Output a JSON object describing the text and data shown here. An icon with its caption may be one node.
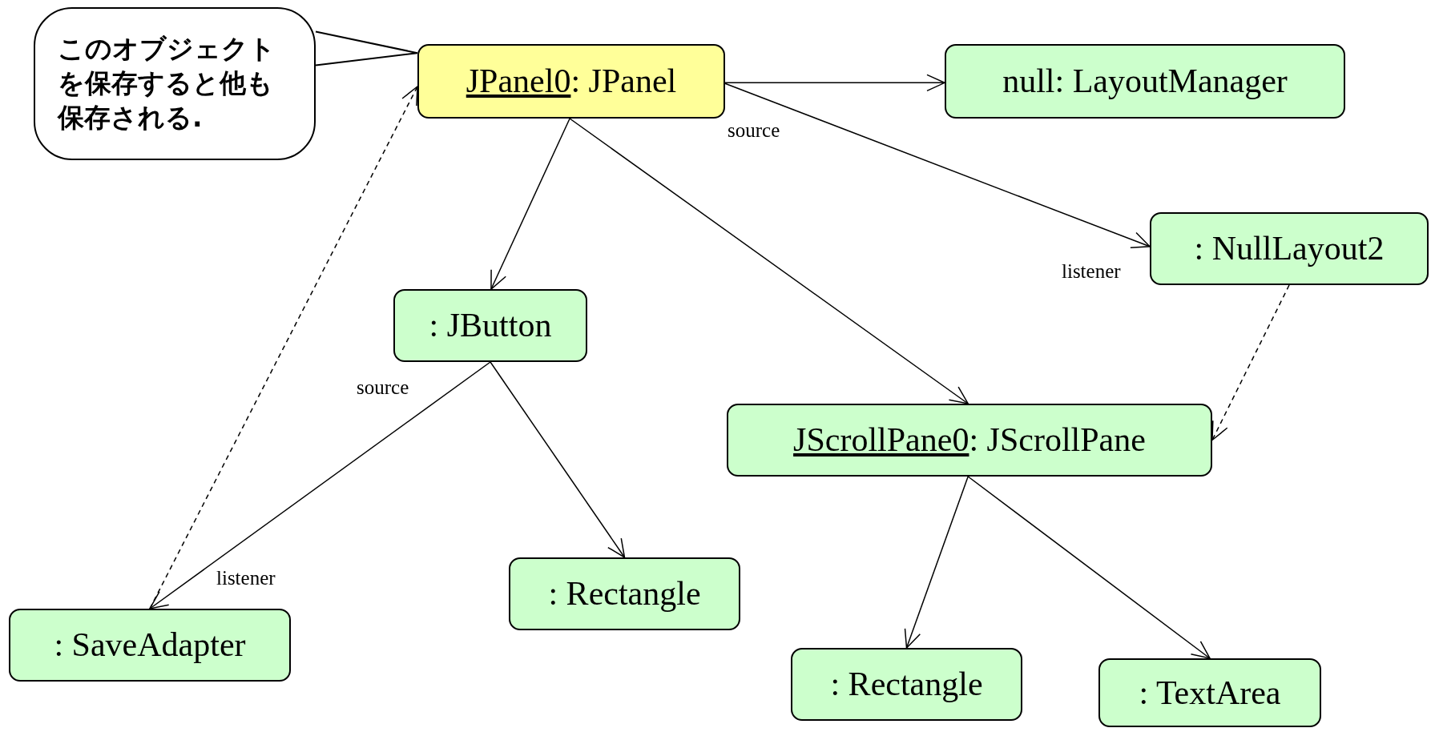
{
  "diagram": {
    "nodes": [
      {
        "text": [
          "このオブジェクトを保存すると他も保存される."
        ]
      },
      {
        "text": [
          "JPanel0: JPanel"
        ]
      },
      {
        "text": [
          "null: LayoutManager"
        ]
      },
      {
        "text": [
          ": NullLayout2"
        ]
      },
      {
        "text": [
          ": JButton"
        ]
      },
      {
        "text": [
          "JScrollPane0: JScrollPane"
        ]
      },
      {
        "text": [
          ": Rectangle"
        ]
      },
      {
        "text": [
          ": SaveAdapter"
        ]
      },
      {
        "text": [
          ": Rectangle"
        ]
      },
      {
        "text": [
          ": TextArea"
        ]
      }
    ],
    "edges": [
      {
        "from": 0,
        "to": 1,
        "arrow": "none"
      },
      {
        "from": 1,
        "to": 2,
        "arrow": "to"
      },
      {
        "from": 1,
        "to": 3,
        "arrow": "to"
      },
      {
        "from": 1,
        "to": 4,
        "arrow": "to"
      },
      {
        "from": 1,
        "to": 5,
        "arrow": "to"
      },
      {
        "from": 4,
        "to": 7,
        "arrow": "to"
      },
      {
        "from": 4,
        "to": 6,
        "arrow": "to"
      },
      {
        "from": 7,
        "to": 1,
        "arrow": "to",
        "style": "dashed"
      },
      {
        "from": 3,
        "to": 5,
        "arrow": "to",
        "style": "dashed"
      },
      {
        "from": 5,
        "to": 8,
        "arrow": "to"
      },
      {
        "from": 5,
        "to": 9,
        "arrow": "to"
      }
    ],
    "labels": [
      "source",
      "listener",
      "source",
      "listener"
    ]
  }
}
